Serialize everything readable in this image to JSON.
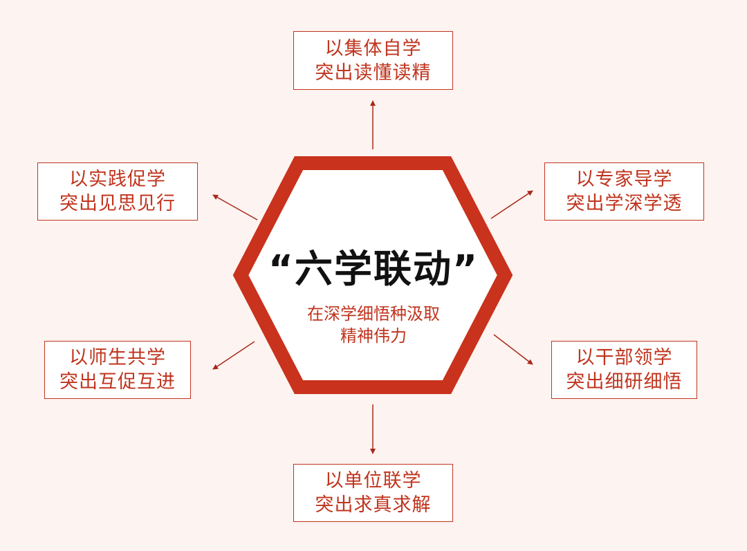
{
  "colors": {
    "background": "#fdf3f0",
    "accent": "#c0341e",
    "title": "#111111"
  },
  "center": {
    "title": "“六学联动”",
    "subtitle_line1": "在深学细悟种汲取",
    "subtitle_line2": "精神伟力"
  },
  "nodes": {
    "top": {
      "line1": "以集体自学",
      "line2": "突出读懂读精"
    },
    "upper_left": {
      "line1": "以实践促学",
      "line2": "突出见思见行"
    },
    "upper_right": {
      "line1": "以专家导学",
      "line2": "突出学深学透"
    },
    "lower_left": {
      "line1": "以师生共学",
      "line2": "突出互促互进"
    },
    "lower_right": {
      "line1": "以干部领学",
      "line2": "突出细研细悟"
    },
    "bottom": {
      "line1": "以单位联学",
      "line2": "突出求真求解"
    }
  }
}
